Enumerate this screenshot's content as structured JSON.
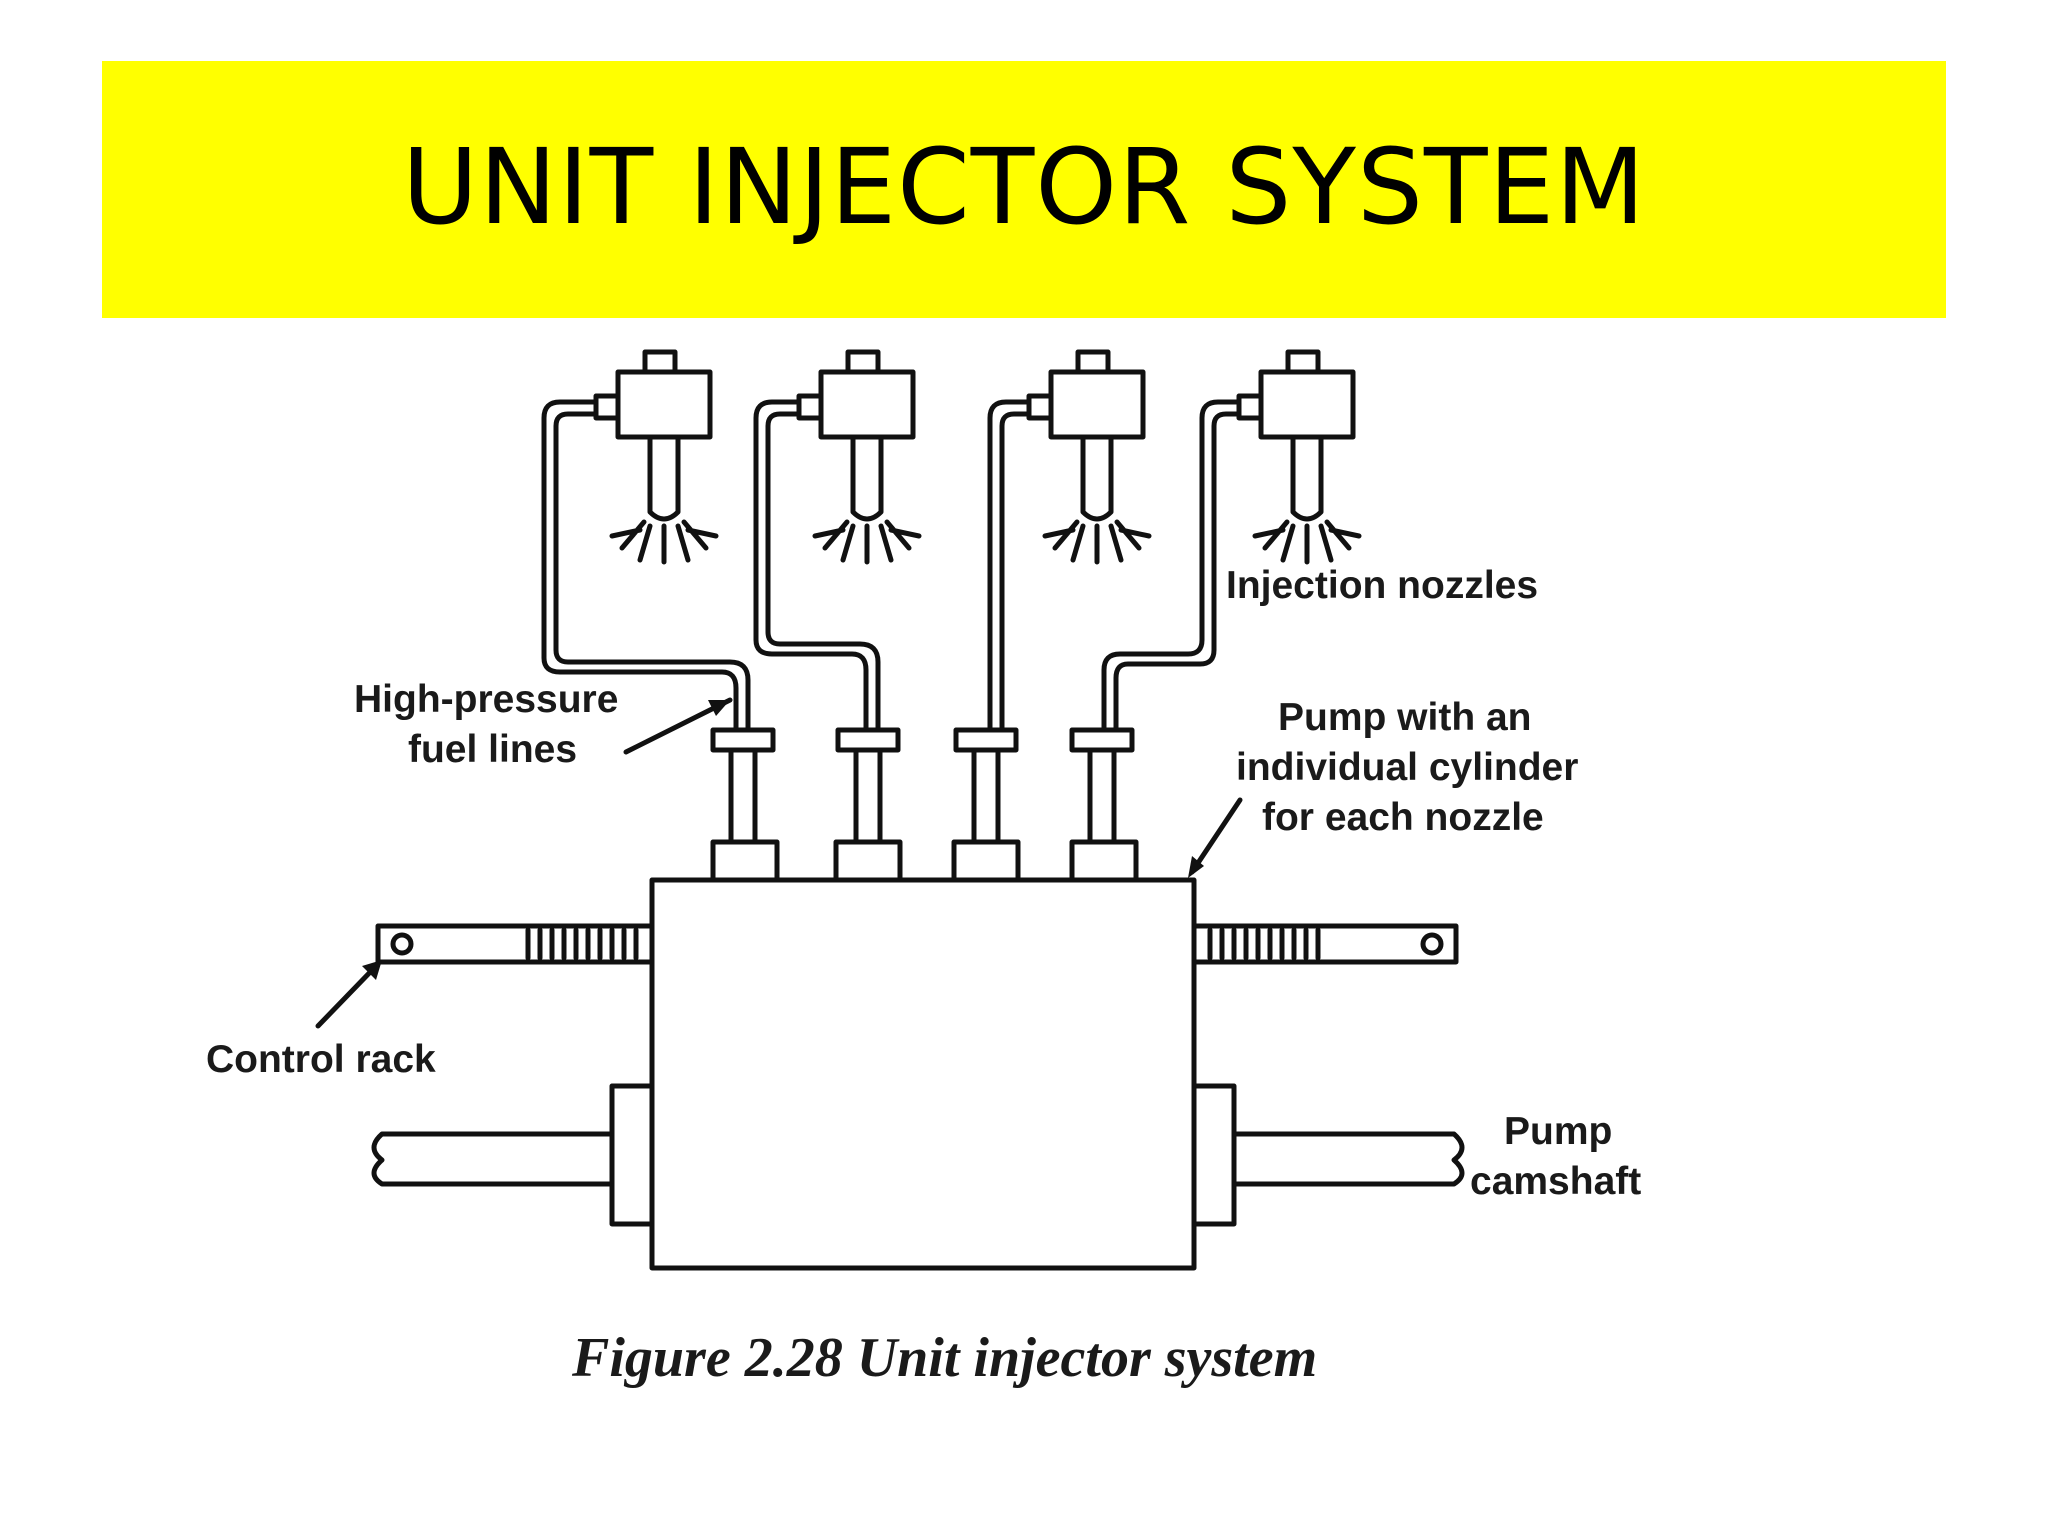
{
  "title": "UNIT INJECTOR SYSTEM",
  "colors": {
    "title_background": "#ffff00",
    "title_text": "#000000",
    "line_art": "#111111"
  },
  "labels": {
    "injection_nozzles": "Injection nozzles",
    "high_pressure_line1": "High-pressure",
    "high_pressure_line2": "fuel lines",
    "pump_line1": "Pump with an",
    "pump_line2": "individual cylinder",
    "pump_line3": "for each nozzle",
    "control_rack": "Control rack",
    "camshaft_line1": "Pump",
    "camshaft_line2": "camshaft"
  },
  "caption": "Figure 2.28 Unit injector system"
}
